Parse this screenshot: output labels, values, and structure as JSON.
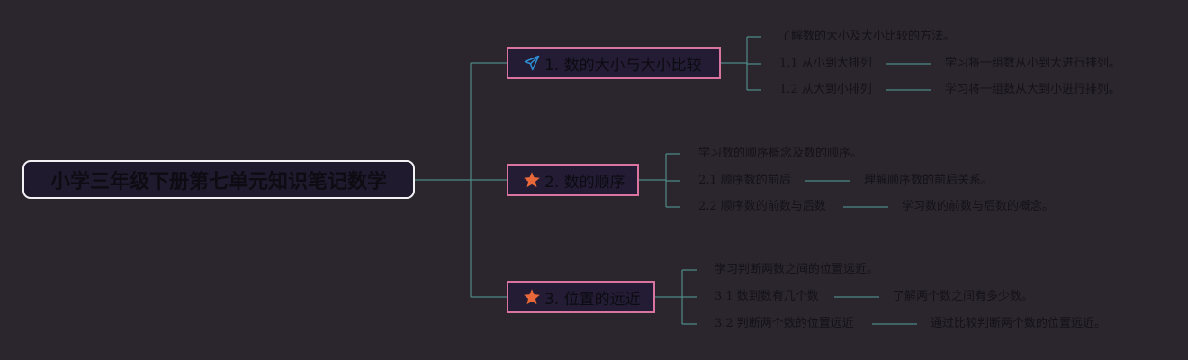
{
  "root": {
    "title": "小学三年级下册第七单元知识笔记数学"
  },
  "branches": [
    {
      "icon": "paper-plane-icon",
      "label": "1. 数的大小与大小比较",
      "intro": "了解数的大小及大小比较的方法。",
      "subs": [
        {
          "label": "1.1 从小到大排列",
          "desc": "学习将一组数从小到大进行排列。"
        },
        {
          "label": "1.2 从大到小排列",
          "desc": "学习将一组数从大到小进行排列。"
        }
      ]
    },
    {
      "icon": "star-icon",
      "label": "2. 数的顺序",
      "intro": "学习数的顺序概念及数的顺序。",
      "subs": [
        {
          "label": "2.1 顺序数的前后",
          "desc": "理解顺序数的前后关系。"
        },
        {
          "label": "2.2 顺序数的前数与后数",
          "desc": "学习数的前数与后数的概念。"
        }
      ]
    },
    {
      "icon": "star-icon",
      "label": "3. 位置的远近",
      "intro": "学习判断两数之间的位置远近。",
      "subs": [
        {
          "label": "3.1 数到数有几个数",
          "desc": "了解两个数之间有多少数。"
        },
        {
          "label": "3.2 判断两个数的位置远近",
          "desc": "通过比较判断两个数的位置远近。"
        }
      ]
    }
  ],
  "colors": {
    "background": "#2b262e",
    "connector": "#4e8a86",
    "branch_border": "#d9739f",
    "branch_fill": "#231c34",
    "root_border": "#f2f2f5",
    "root_fill": "#1f1a2e",
    "paper_plane": "#2e8fd6",
    "star": "#e8683a"
  }
}
